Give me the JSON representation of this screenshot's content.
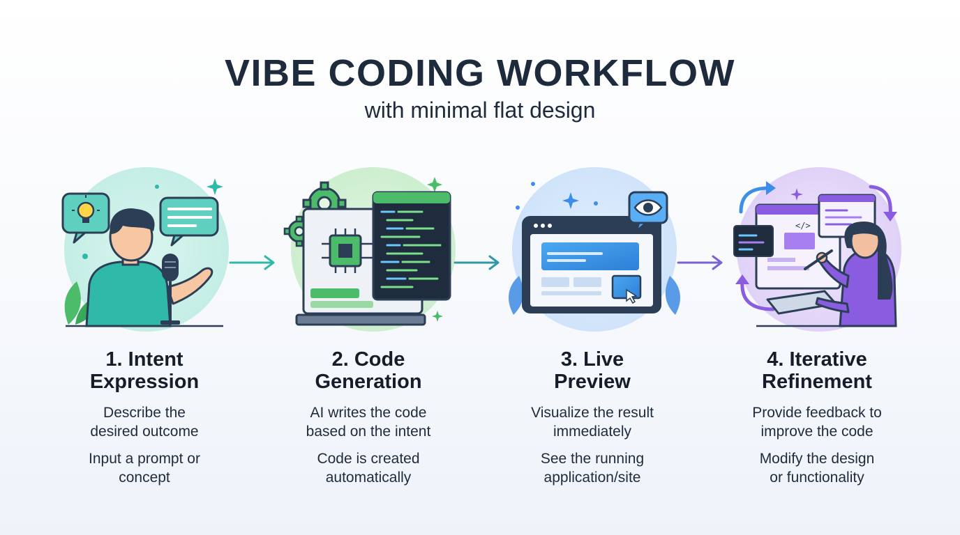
{
  "header": {
    "title": "VIBE CODING WORKFLOW",
    "subtitle": "with minimal flat design"
  },
  "steps": [
    {
      "title_line1": "1. Intent",
      "title_line2": "Expression",
      "desc_line1": "Describe the",
      "desc_line2": "desired outcome",
      "desc2_line1": "Input a prompt or",
      "desc2_line2": "concept",
      "accent": "#2fb9a8"
    },
    {
      "title_line1": "2. Code",
      "title_line2": "Generation",
      "desc_line1": "AI writes the code",
      "desc_line2": "based on the intent",
      "desc2_line1": "Code is created",
      "desc2_line2": "automatically",
      "accent": "#4cbb6a"
    },
    {
      "title_line1": "3. Live",
      "title_line2": "Preview",
      "desc_line1": "Visualize the result",
      "desc_line2": "immediately",
      "desc2_line1": "See the running",
      "desc2_line2": "application/site",
      "accent": "#3d8ee8"
    },
    {
      "title_line1": "4. Iterative",
      "title_line2": "Refinement",
      "desc_line1": "Provide feedback to",
      "desc_line2": "improve the code",
      "desc2_line1": "Modify the design",
      "desc2_line2": "or functionality",
      "accent": "#8a5ce0"
    }
  ],
  "icons": {
    "step1": "person-speaking-into-microphone-icon",
    "step2": "code-generation-computer-icon",
    "step3": "live-preview-tablet-icon",
    "step4": "iterative-refinement-person-icon"
  },
  "colors": {
    "title": "#1e2b3c",
    "teal": "#2fb9a8",
    "green": "#4cbb6a",
    "blue": "#3d8ee8",
    "purple": "#8a5ce0",
    "navy": "#2c3e55"
  }
}
